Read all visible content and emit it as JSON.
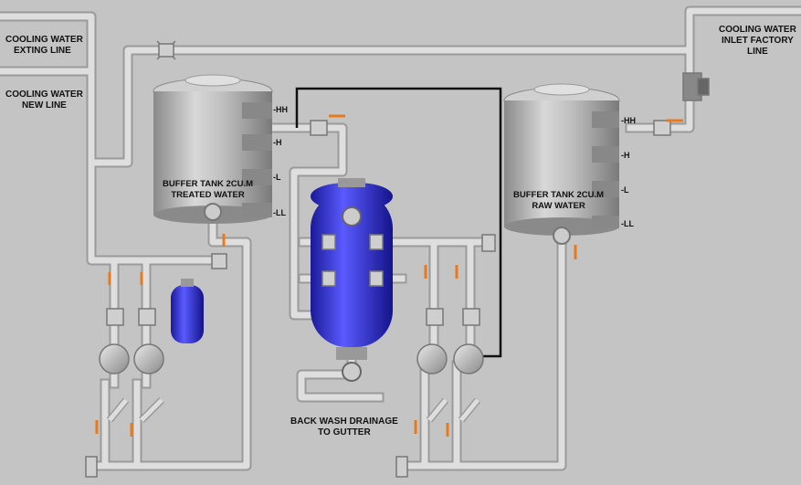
{
  "labels": {
    "cooling_exit": [
      "COOLING WATER",
      "EXTING LINE"
    ],
    "cooling_new": [
      "COOLING WATER",
      "NEW LINE"
    ],
    "cooling_inlet": [
      "COOLING WATER",
      "INLET FACTORY",
      "LINE"
    ],
    "tank_treated": [
      "BUFFER TANK 2CU.M",
      "TREATED WATER"
    ],
    "tank_raw": [
      "BUFFER TANK 2CU.M",
      "RAW WATER"
    ],
    "backwash": [
      "BACK WASH DRAINAGE",
      "TO GUTTER"
    ]
  },
  "levels": {
    "treated": [
      "-HH",
      "-H",
      "-L",
      "-LL"
    ],
    "raw": [
      "-HH",
      "-H",
      "-L",
      "-LL"
    ]
  },
  "colors": {
    "background": "#c4c4c4",
    "pipe": "#d9d9d9",
    "pipe_edge": "#9a9a9a",
    "vessel_blue": "#2a2ae6",
    "indicator_orange": "#e87a1e",
    "control_wire": "#111111"
  }
}
